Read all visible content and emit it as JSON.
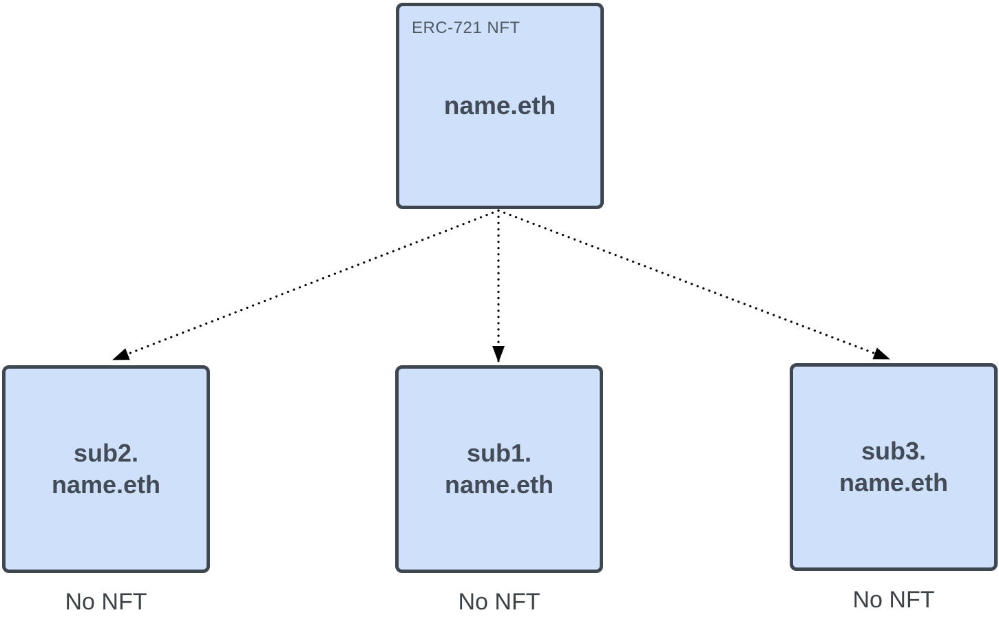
{
  "diagram": {
    "background": "#ffffff",
    "colors": {
      "node_fill": "#cfe0fa",
      "node_border": "#3e4750",
      "tag_text": "#4f5962",
      "node_text": "#434c56",
      "caption_text": "#3c4248",
      "arrow": "#000000"
    },
    "root": {
      "tag": "ERC-721 NFT",
      "label": "name.eth"
    },
    "children": [
      {
        "label_line1": "sub2.",
        "label_line2": "name.eth",
        "caption": "No NFT"
      },
      {
        "label_line1": "sub1.",
        "label_line2": "name.eth",
        "caption": "No NFT"
      },
      {
        "label_line1": "sub3.",
        "label_line2": "name.eth",
        "caption": "No NFT"
      }
    ],
    "edges": [
      {
        "from": "name.eth",
        "to": "sub2.name.eth",
        "style": "dotted-arrow"
      },
      {
        "from": "name.eth",
        "to": "sub1.name.eth",
        "style": "dotted-arrow"
      },
      {
        "from": "name.eth",
        "to": "sub3.name.eth",
        "style": "dotted-arrow"
      }
    ]
  }
}
